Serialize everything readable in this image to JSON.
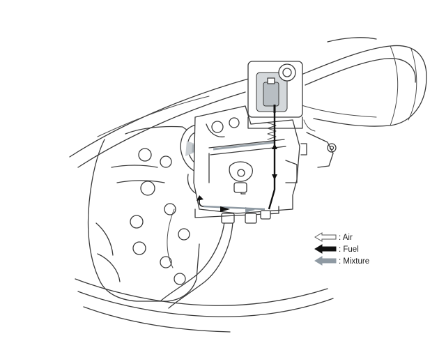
{
  "legend": {
    "items": [
      {
        "key": "air",
        "label": ": Air",
        "color": "#ffffff",
        "stroke": "#555555"
      },
      {
        "key": "fuel",
        "label": ": Fuel",
        "color": "#111111",
        "stroke": "#111111"
      },
      {
        "key": "mixture",
        "label": ": Mixture",
        "color": "#8f9aa3",
        "stroke": "#8f9aa3"
      }
    ]
  },
  "colors": {
    "line": "#3a3a3a",
    "fuel": "#111111",
    "mixture": "#8f9aa3",
    "float_bowl_gray": "#b8bec3"
  }
}
